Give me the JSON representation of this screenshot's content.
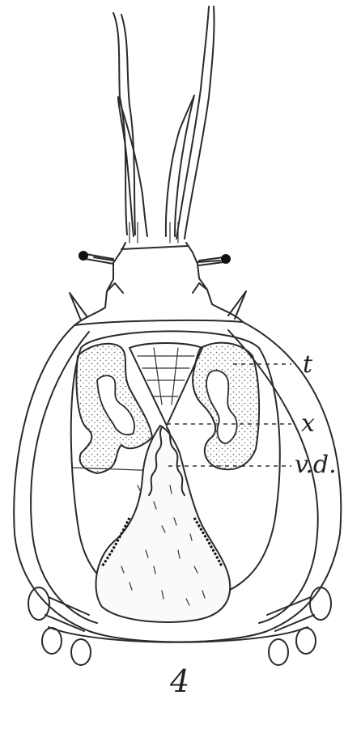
{
  "figure": {
    "number": "4",
    "labels": {
      "t": "t",
      "x": "x",
      "vd": "v.d."
    }
  }
}
